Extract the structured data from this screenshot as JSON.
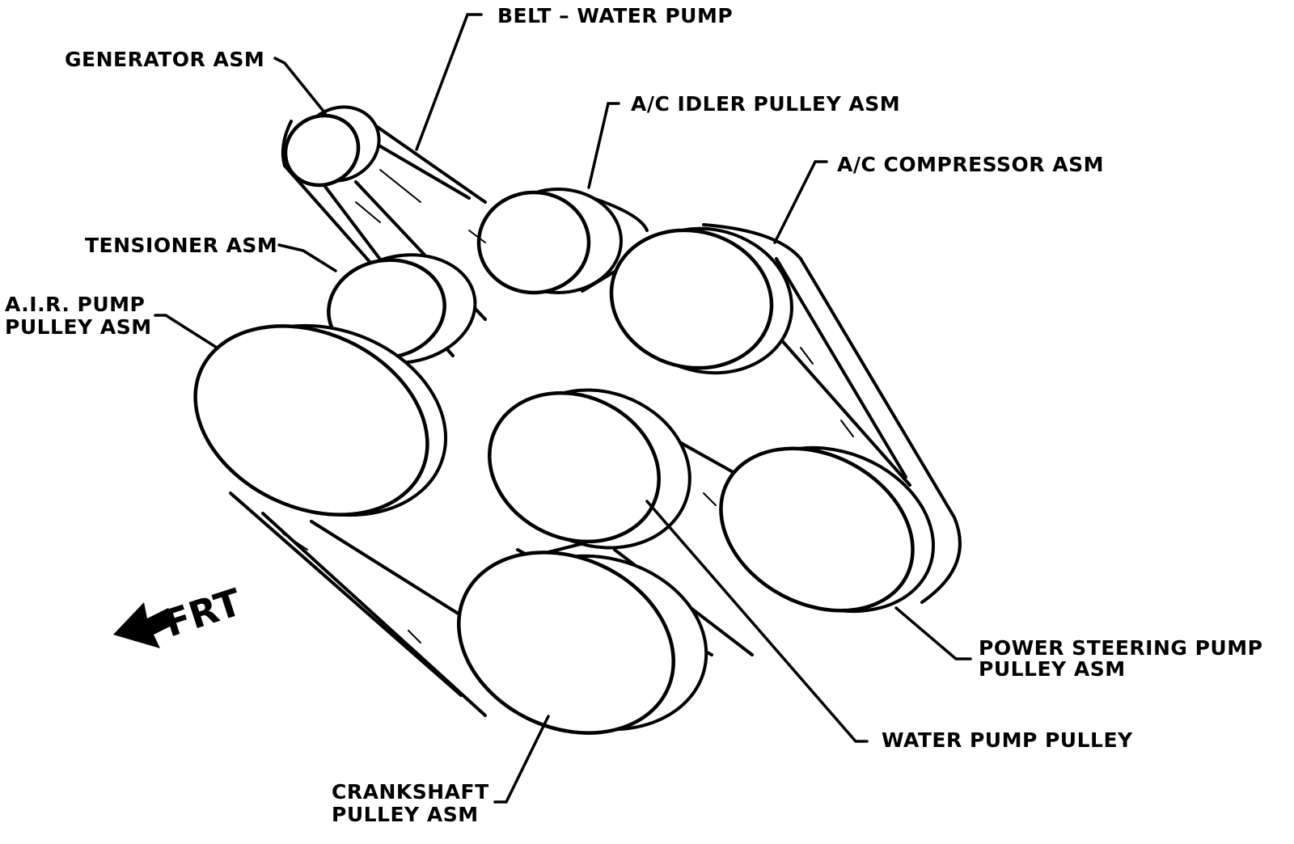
{
  "labels": {
    "belt_water_pump": "BELT – WATER PUMP",
    "generator": "GENERATOR ASM",
    "ac_idler": "A/C IDLER PULLEY ASM",
    "ac_compressor": "A/C COMPRESSOR ASM",
    "tensioner": "TENSIONER ASM",
    "air_pump_line1": "A.I.R. PUMP",
    "air_pump_line2": "PULLEY ASM",
    "power_steering_line1": "POWER STEERING PUMP",
    "power_steering_line2": "PULLEY ASM",
    "water_pump_pulley": "WATER PUMP PULLEY",
    "crankshaft_line1": "CRANKSHAFT",
    "crankshaft_line2": "PULLEY ASM",
    "front": "FRT"
  }
}
